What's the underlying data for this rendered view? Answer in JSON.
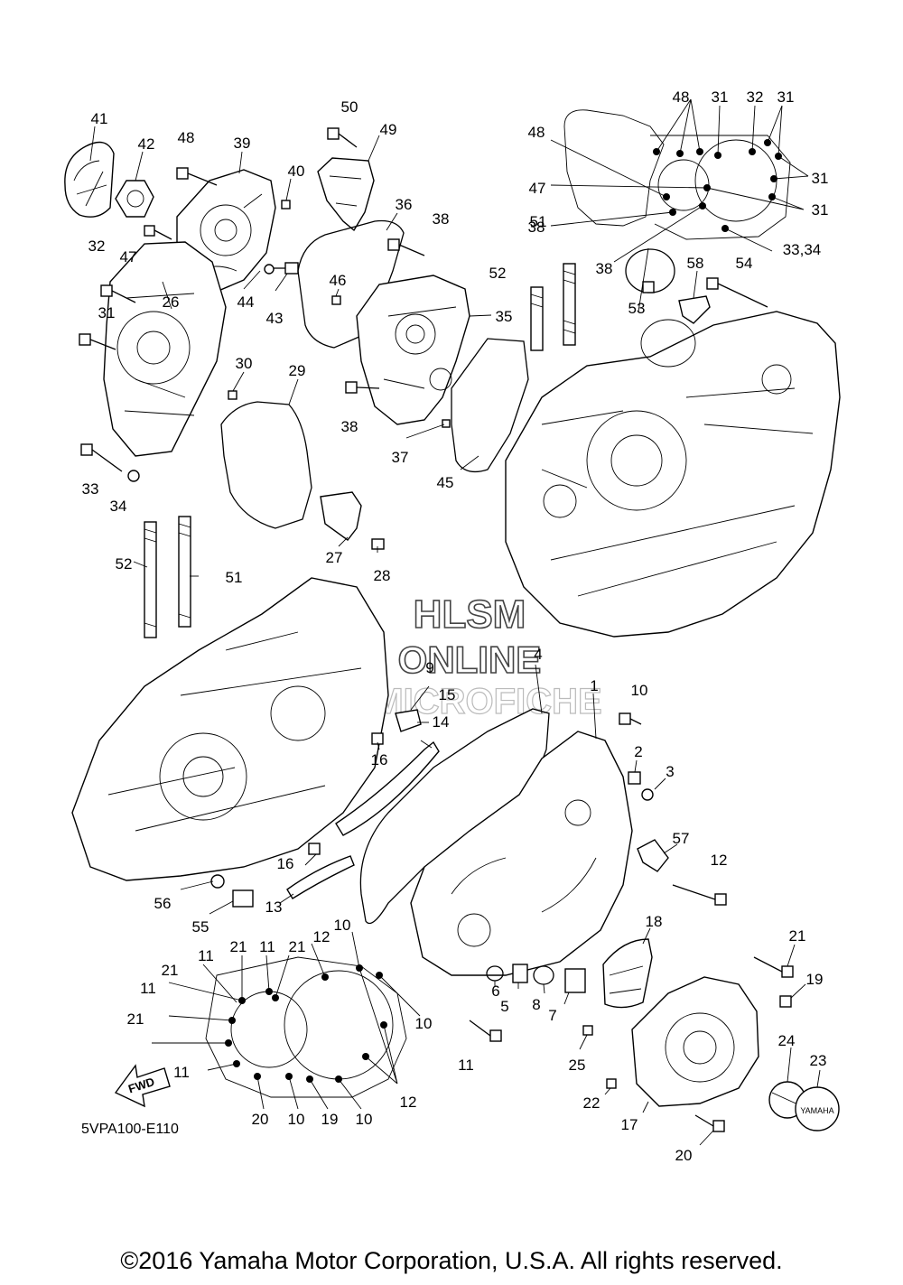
{
  "diagram": {
    "code": "5VPA100-E110",
    "copyright": "©2016 Yamaha Motor Corporation, U.S.A. All rights reserved.",
    "watermark": [
      "HLSM",
      "ONLINE",
      "MICROFICHE"
    ],
    "arrow_text": "FWD",
    "cap_text": "YAMAHA",
    "labels": [
      {
        "id": "41",
        "text": "41"
      },
      {
        "id": "42",
        "text": "42"
      },
      {
        "id": "48a",
        "text": "48"
      },
      {
        "id": "39",
        "text": "39"
      },
      {
        "id": "50",
        "text": "50"
      },
      {
        "id": "49",
        "text": "49"
      },
      {
        "id": "40",
        "text": "40"
      },
      {
        "id": "36",
        "text": "36"
      },
      {
        "id": "38a",
        "text": "38"
      },
      {
        "id": "47a",
        "text": "47"
      },
      {
        "id": "44",
        "text": "44"
      },
      {
        "id": "43",
        "text": "43"
      },
      {
        "id": "46",
        "text": "46"
      },
      {
        "id": "35",
        "text": "35"
      },
      {
        "id": "32a",
        "text": "32"
      },
      {
        "id": "31a",
        "text": "31"
      },
      {
        "id": "26",
        "text": "26"
      },
      {
        "id": "30",
        "text": "30"
      },
      {
        "id": "29",
        "text": "29"
      },
      {
        "id": "38b",
        "text": "38"
      },
      {
        "id": "37",
        "text": "37"
      },
      {
        "id": "45",
        "text": "45"
      },
      {
        "id": "33",
        "text": "33"
      },
      {
        "id": "34",
        "text": "34"
      },
      {
        "id": "27",
        "text": "27"
      },
      {
        "id": "28",
        "text": "28"
      },
      {
        "id": "52a",
        "text": "52"
      },
      {
        "id": "51a",
        "text": "51"
      },
      {
        "id": "48b",
        "text": "48"
      },
      {
        "id": "31b",
        "text": "31"
      },
      {
        "id": "32b",
        "text": "32"
      },
      {
        "id": "31c",
        "text": "31"
      },
      {
        "id": "48c",
        "text": "48"
      },
      {
        "id": "31d",
        "text": "31"
      },
      {
        "id": "47b",
        "text": "47"
      },
      {
        "id": "31e",
        "text": "31"
      },
      {
        "id": "38c",
        "text": "38"
      },
      {
        "id": "33_34",
        "text": "33,34"
      },
      {
        "id": "38d",
        "text": "38"
      },
      {
        "id": "51b",
        "text": "51"
      },
      {
        "id": "52b",
        "text": "52"
      },
      {
        "id": "58",
        "text": "58"
      },
      {
        "id": "54",
        "text": "54"
      },
      {
        "id": "53",
        "text": "53"
      },
      {
        "id": "4",
        "text": "4"
      },
      {
        "id": "9",
        "text": "9"
      },
      {
        "id": "15",
        "text": "15"
      },
      {
        "id": "14",
        "text": "14"
      },
      {
        "id": "16a",
        "text": "16"
      },
      {
        "id": "1",
        "text": "1"
      },
      {
        "id": "10a",
        "text": "10"
      },
      {
        "id": "2",
        "text": "2"
      },
      {
        "id": "3",
        "text": "3"
      },
      {
        "id": "57",
        "text": "57"
      },
      {
        "id": "12a",
        "text": "12"
      },
      {
        "id": "16b",
        "text": "16"
      },
      {
        "id": "13",
        "text": "13"
      },
      {
        "id": "56",
        "text": "56"
      },
      {
        "id": "55",
        "text": "55"
      },
      {
        "id": "18",
        "text": "18"
      },
      {
        "id": "21a",
        "text": "21"
      },
      {
        "id": "19a",
        "text": "19"
      },
      {
        "id": "10b",
        "text": "10"
      },
      {
        "id": "12b",
        "text": "12"
      },
      {
        "id": "21b",
        "text": "21"
      },
      {
        "id": "11a",
        "text": "11"
      },
      {
        "id": "21c",
        "text": "21"
      },
      {
        "id": "11b",
        "text": "11"
      },
      {
        "id": "21d",
        "text": "21"
      },
      {
        "id": "11c",
        "text": "11"
      },
      {
        "id": "21e",
        "text": "21"
      },
      {
        "id": "6",
        "text": "6"
      },
      {
        "id": "5",
        "text": "5"
      },
      {
        "id": "8",
        "text": "8"
      },
      {
        "id": "7",
        "text": "7"
      },
      {
        "id": "10c",
        "text": "10"
      },
      {
        "id": "11d",
        "text": "11"
      },
      {
        "id": "25",
        "text": "25"
      },
      {
        "id": "24",
        "text": "24"
      },
      {
        "id": "23",
        "text": "23"
      },
      {
        "id": "11e",
        "text": "11"
      },
      {
        "id": "12c",
        "text": "12"
      },
      {
        "id": "20a",
        "text": "20"
      },
      {
        "id": "10d",
        "text": "10"
      },
      {
        "id": "19b",
        "text": "19"
      },
      {
        "id": "10e",
        "text": "10"
      },
      {
        "id": "22",
        "text": "22"
      },
      {
        "id": "17",
        "text": "17"
      },
      {
        "id": "20b",
        "text": "20"
      }
    ]
  }
}
